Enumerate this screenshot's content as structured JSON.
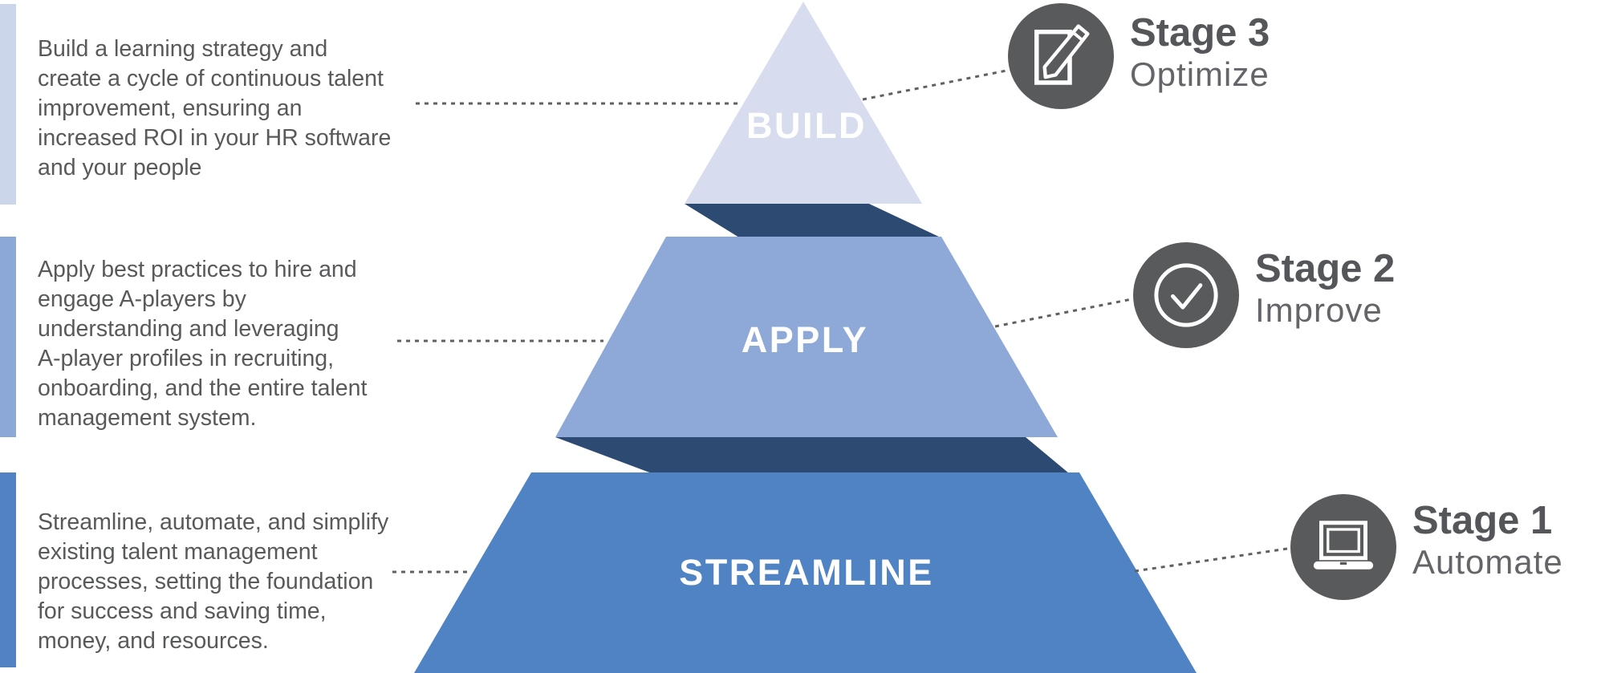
{
  "colors": {
    "level_build": "#d7ddef",
    "level_apply": "#8ea9d8",
    "level_streamline": "#5083c4",
    "shadow": "#2d4b72",
    "connector": "#606060",
    "circle": "#595a5c",
    "icon_stroke": "#ffffff",
    "bar1": "#ccd6eb",
    "bar2": "#8ca8d6",
    "bar3": "#5282c3",
    "body_text": "#58595b",
    "stage_title": "#54565a",
    "stage_subtitle": "#646569",
    "label_text": "#ffffff"
  },
  "pyramid": {
    "levels": [
      {
        "label": "BUILD"
      },
      {
        "label": "APPLY"
      },
      {
        "label": "STREAMLINE"
      }
    ]
  },
  "descriptions": [
    {
      "text": "Build a learning strategy and\ncreate a cycle of continuous talent\nimprovement, ensuring an\nincreased ROI in your HR software\nand your people"
    },
    {
      "text": "Apply best practices to hire and\nengage A-players by\nunderstanding and leveraging\nA-player profiles in recruiting,\nonboarding, and the entire talent\nmanagement system."
    },
    {
      "text": "Streamline, automate, and simplify\nexisting talent management\nprocesses, setting the foundation\nfor success and saving time,\nmoney, and resources."
    }
  ],
  "stages": [
    {
      "title": "Stage 3",
      "subtitle": "Optimize",
      "icon": "edit-icon"
    },
    {
      "title": "Stage 2",
      "subtitle": "Improve",
      "icon": "check-circle-icon"
    },
    {
      "title": "Stage 1",
      "subtitle": "Automate",
      "icon": "laptop-icon"
    }
  ]
}
